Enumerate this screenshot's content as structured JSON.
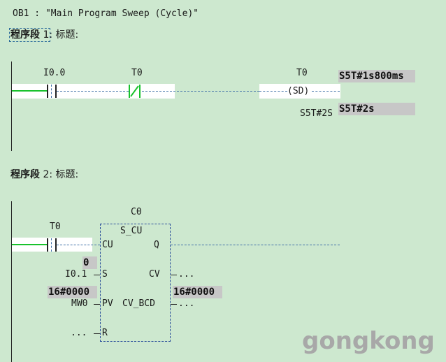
{
  "block": {
    "title": "OB1 :  \"Main Program Sweep (Cycle)\""
  },
  "network1": {
    "label": "程序段",
    "number": "1",
    "suffix": ": 标题:",
    "contact1": {
      "address": "I0.0"
    },
    "contact2": {
      "address": "T0"
    },
    "coil": {
      "address": "T0",
      "symbol": "(SD)"
    },
    "time_value_label": "S5T#2S",
    "status_current": "S5T#1s800ms",
    "status_preset": "S5T#2s"
  },
  "network2": {
    "label": "程序段",
    "number": "2",
    "suffix": ": 标题:",
    "contact1": {
      "address": "T0"
    },
    "counter": {
      "address": "C0",
      "type": "S_CU",
      "pin_cu": "CU",
      "pin_q": "Q",
      "pin_s": "S",
      "pin_cv": "CV",
      "pin_pv": "PV",
      "pin_cv_bcd": "CV_BCD",
      "pin_r": "R"
    },
    "input_s": "I0.1",
    "input_pv": "MW0",
    "input_r": "...",
    "output_cv": "...",
    "output_cv_bcd": "...",
    "status_s": "0",
    "status_pv": "16#0000",
    "status_cv_bcd": "16#0000"
  },
  "watermark": "gongkong"
}
